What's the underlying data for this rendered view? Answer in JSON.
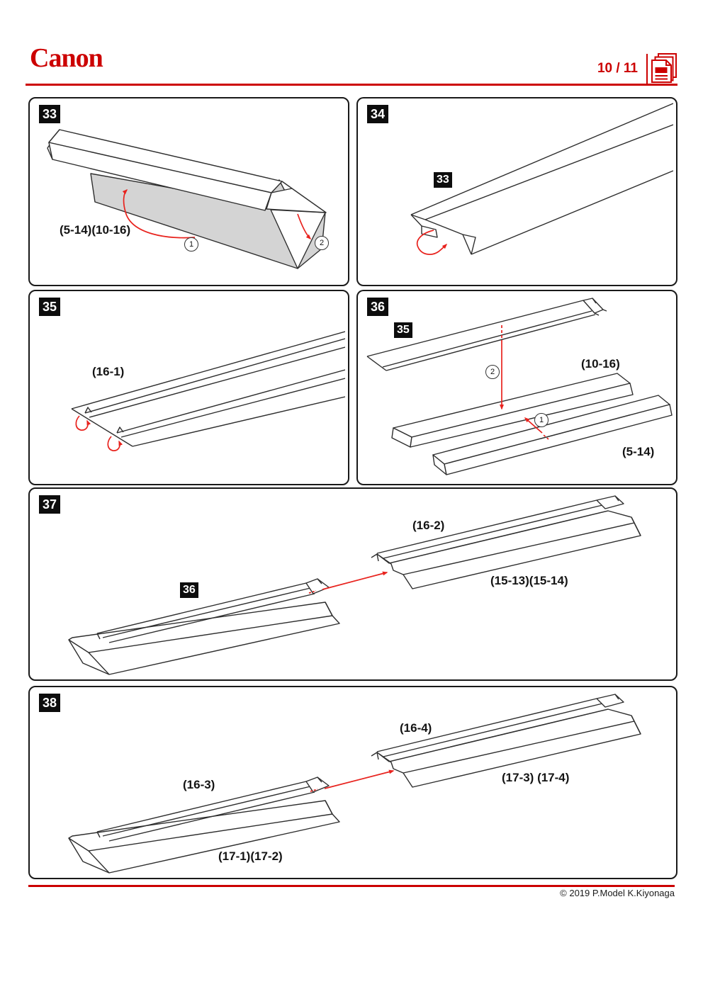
{
  "header": {
    "brand": "Canon",
    "page_indicator": "10 / 11"
  },
  "icons": {
    "pages_icon": "stacked-pages-icon"
  },
  "colors": {
    "brand_red": "#cc0000",
    "arrow_red": "#e8231e",
    "part_gray": "#d4d4d4",
    "line": "#2e2e2e",
    "panel_border": "#191919"
  },
  "footer": {
    "copyright": "© 2019 P.Model K.Kiyonaga"
  },
  "panels": {
    "p33": {
      "step": "33",
      "part_label": "(5-14)(10-16)",
      "callout_1": "1",
      "callout_2": "2"
    },
    "p34": {
      "step": "34",
      "ref_label": "33"
    },
    "p35": {
      "step": "35",
      "part_label": "(16-1)"
    },
    "p36": {
      "step": "36",
      "ref_label": "35",
      "label_top": "(10-16)",
      "label_bottom": "(5-14)",
      "callout_1": "1",
      "callout_2": "2"
    },
    "p37": {
      "step": "37",
      "ref_label": "36",
      "label_top": "(16-2)",
      "label_bottom": "(15-13)(15-14)"
    },
    "p38": {
      "step": "38",
      "label_left_top": "(16-3)",
      "label_left_bottom": "(17-1)(17-2)",
      "label_right_top": "(16-4)",
      "label_right_bottom": "(17-3) (17-4)"
    }
  }
}
